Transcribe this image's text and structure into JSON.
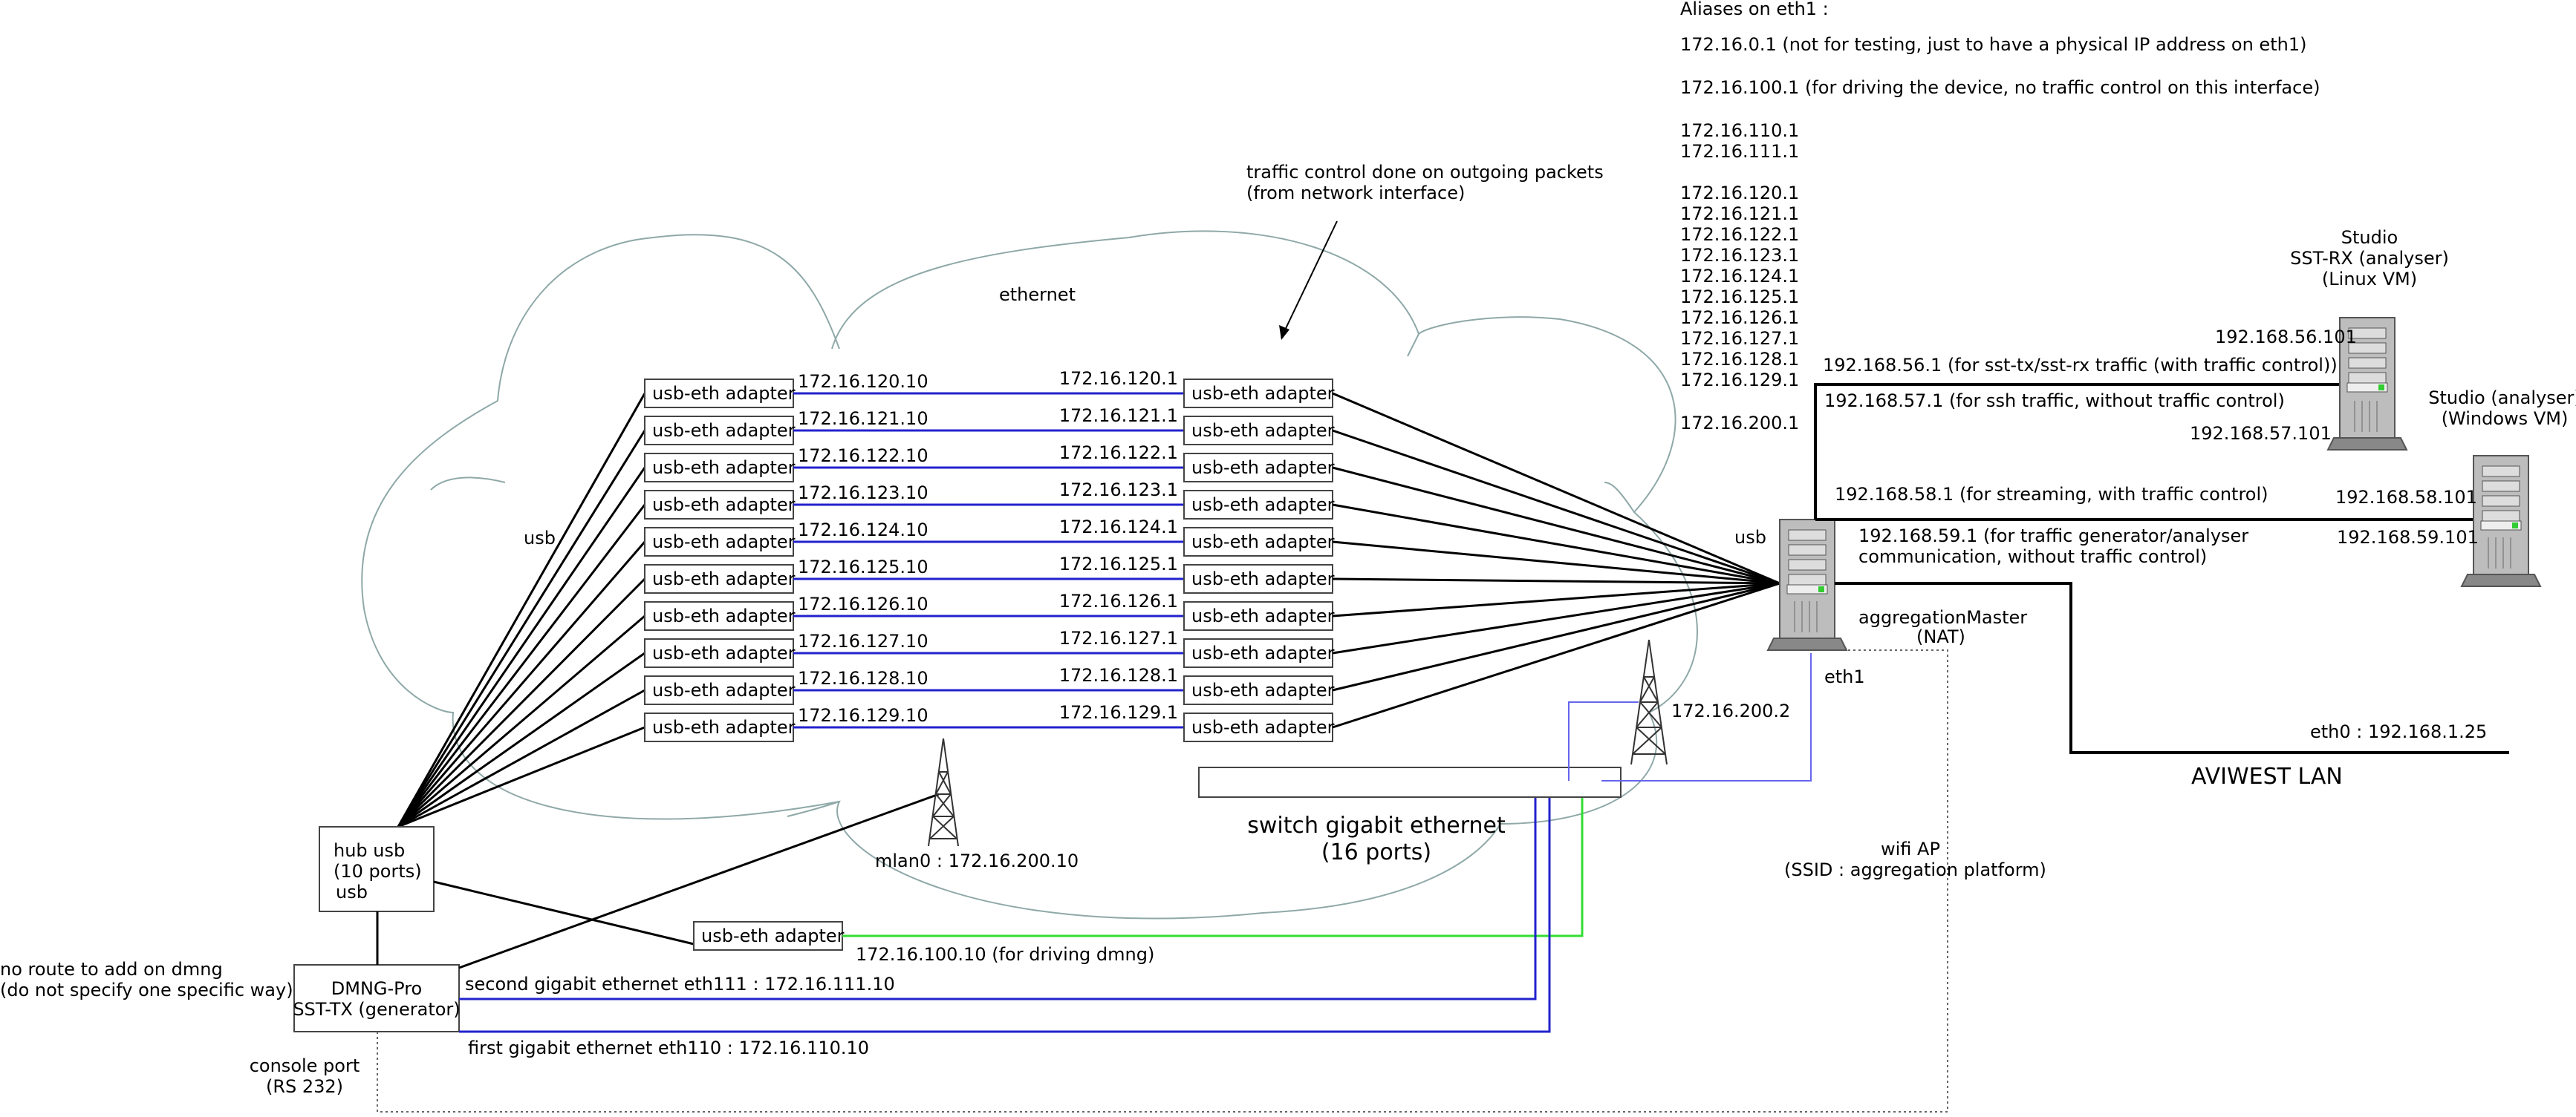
{
  "colors": {
    "cloud": "#8fa8a8",
    "blue_link": "#2222cc",
    "green_link": "#33dd33",
    "wifi_link": "#6666ee",
    "black": "#000000",
    "dotted": "#666666"
  },
  "aliases": {
    "title": "Aliases on eth1 :",
    "lines": [
      "172.16.0.1 (not for testing, just to have a physical IP address on eth1)",
      "172.16.100.1 (for driving the device, no traffic control on this interface)",
      "172.16.110.1",
      "172.16.111.1",
      "172.16.120.1",
      "172.16.121.1",
      "172.16.122.1",
      "172.16.123.1",
      "172.16.124.1",
      "172.16.125.1",
      "172.16.126.1",
      "172.16.127.1",
      "172.16.128.1",
      "172.16.129.1",
      "172.16.200.1"
    ]
  },
  "traffic_note": [
    "traffic control done on outgoing packets",
    "(from network interface)"
  ],
  "ethernet_label": "ethernet",
  "usb_label_left": "usb",
  "usb_label_right": "usb",
  "adapter_label": "usb-eth adapter",
  "adapter_rows": [
    {
      "left_ip": "172.16.120.10",
      "right_ip": "172.16.120.1"
    },
    {
      "left_ip": "172.16.121.10",
      "right_ip": "172.16.121.1"
    },
    {
      "left_ip": "172.16.122.10",
      "right_ip": "172.16.122.1"
    },
    {
      "left_ip": "172.16.123.10",
      "right_ip": "172.16.123.1"
    },
    {
      "left_ip": "172.16.124.10",
      "right_ip": "172.16.124.1"
    },
    {
      "left_ip": "172.16.125.10",
      "right_ip": "172.16.125.1"
    },
    {
      "left_ip": "172.16.126.10",
      "right_ip": "172.16.126.1"
    },
    {
      "left_ip": "172.16.127.10",
      "right_ip": "172.16.127.1"
    },
    {
      "left_ip": "172.16.128.10",
      "right_ip": "172.16.128.1"
    },
    {
      "left_ip": "172.16.129.10",
      "right_ip": "172.16.129.1"
    }
  ],
  "hub": [
    "hub usb",
    "(10 ports)",
    "usb"
  ],
  "dmng": [
    "DMNG-Pro",
    "SST-TX (generator)"
  ],
  "no_route": [
    "no route to add on dmng",
    "(do not specify one specific way)"
  ],
  "console_port": [
    "console port",
    "(RS 232)"
  ],
  "driving_adapter_ip": "172.16.100.10 (for driving dmng)",
  "second_eth": "second gigabit ethernet eth111 : 172.16.111.10",
  "first_eth": "first gigabit ethernet eth110 : 172.16.110.10",
  "mlan": "mlan0 : 172.16.200.10",
  "wifi_ip": "172.16.200.2",
  "wifi_ap": [
    "wifi AP",
    "(SSID : aggregation platform)"
  ],
  "switch": [
    "switch gigabit ethernet",
    "(16 ports)"
  ],
  "aggregation": [
    "aggregationMaster",
    "(NAT)"
  ],
  "eth1": "eth1",
  "routes": {
    "r56": "192.168.56.1 (for sst-tx/sst-rx traffic (with traffic control))",
    "r57": "192.168.57.1 (for ssh traffic, without traffic control)",
    "r58": "192.168.58.1 (for streaming, with traffic control)",
    "r59": [
      "192.168.59.1 (for traffic generator/analyser",
      "communication, without traffic control)"
    ]
  },
  "studio_rx": [
    "Studio",
    "SST-RX (analyser)",
    "(Linux VM)"
  ],
  "studio_win": [
    "Studio (analyser)",
    "(Windows VM)"
  ],
  "rx_ips": [
    "192.168.56.101",
    "192.168.57.101"
  ],
  "win_ips": [
    "192.168.58.101",
    "192.168.59.101"
  ],
  "eth0": "eth0 : 192.168.1.25",
  "lan": "AVIWEST LAN"
}
